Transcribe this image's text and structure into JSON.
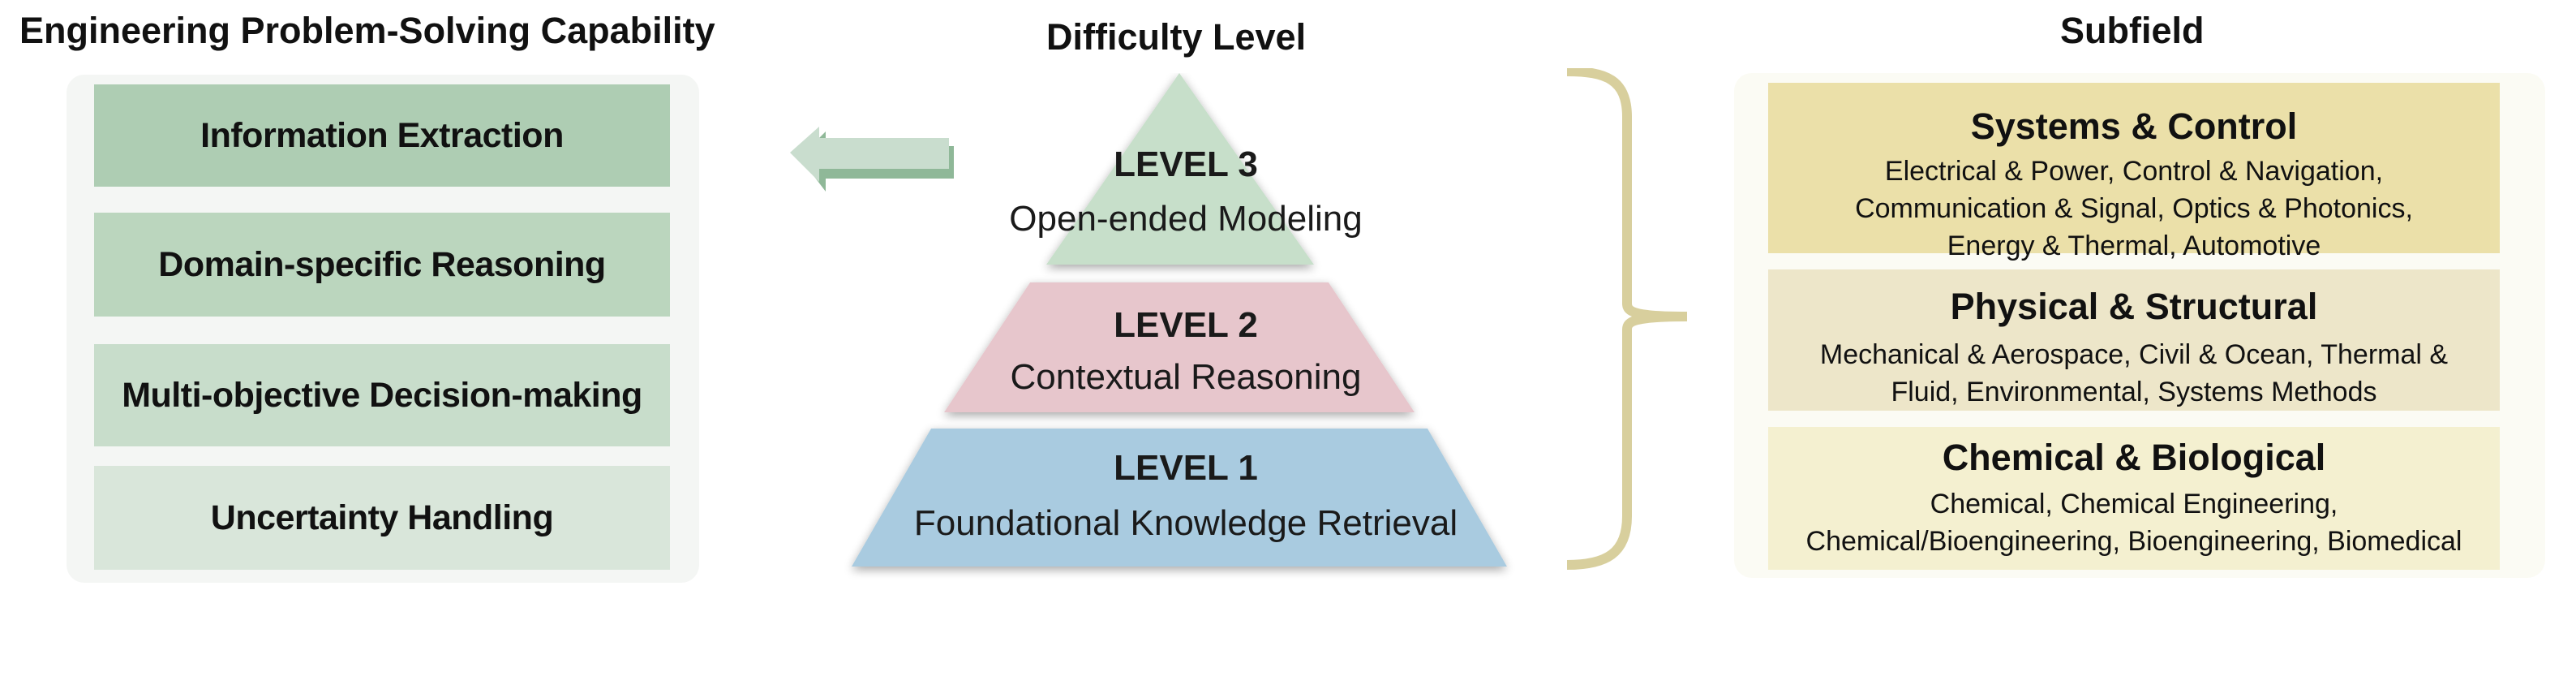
{
  "headings": {
    "capability": "Engineering Problem-Solving Capability",
    "difficulty": "Difficulty Level",
    "subfield": "Subfield"
  },
  "capabilities": [
    "Information Extraction",
    "Domain-specific Reasoning",
    "Multi-objective Decision-making",
    "Uncertainty Handling"
  ],
  "levels": [
    {
      "title": "LEVEL 3",
      "subtitle": "Open-ended Modeling",
      "color": "#c7dfca"
    },
    {
      "title": "LEVEL 2",
      "subtitle": "Contextual Reasoning",
      "color": "#e7c6cc"
    },
    {
      "title": "LEVEL 1",
      "subtitle": "Foundational Knowledge Retrieval",
      "color": "#a9cbe0"
    }
  ],
  "subfields": [
    {
      "title": "Systems & Control",
      "lines": [
        "Electrical & Power, Control & Navigation,",
        "Communication & Signal, Optics & Photonics,",
        "Energy & Thermal, Automotive"
      ]
    },
    {
      "title": "Physical & Structural",
      "lines": [
        "Mechanical & Aerospace, Civil & Ocean, Thermal &",
        "Fluid, Environmental, Systems Methods"
      ]
    },
    {
      "title": "Chemical & Biological",
      "lines": [
        "Chemical, Chemical Engineering,",
        "Chemical/Bioengineering, Bioengineering, Biomedical"
      ]
    }
  ],
  "colors": {
    "arrow_light": "#c9ddce",
    "arrow_dark": "#8fb898",
    "brace": "#d8cf9d"
  }
}
